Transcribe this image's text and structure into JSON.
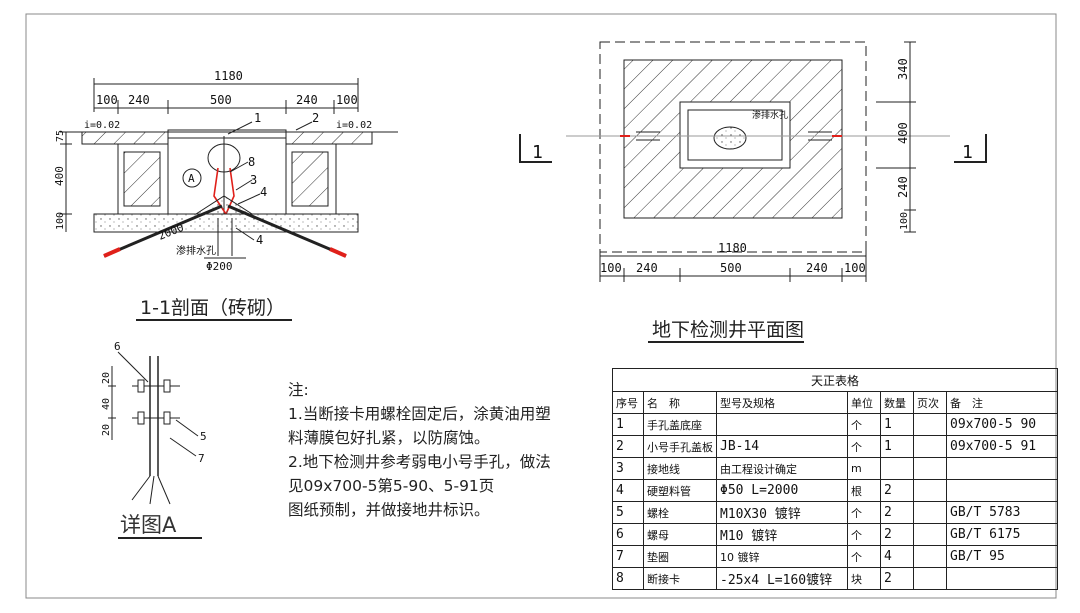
{
  "section_view": {
    "total_width": "1180",
    "dims_top": [
      "100",
      "240",
      "500",
      "240",
      "100"
    ],
    "slope_left": "i=0.02",
    "slope_right": "i=0.02",
    "dims_left": [
      "75",
      "400",
      "100"
    ],
    "callouts": [
      "1",
      "2",
      "3",
      "4",
      "8",
      "4"
    ],
    "detail_marker": "A",
    "pipe_length": "2000",
    "drain_hole": "渗排水孔",
    "pipe_dia": "Φ200",
    "title": "1-1剖面（砖砌）"
  },
  "plan_view": {
    "dims_right": [
      "340",
      "400",
      "240",
      "100"
    ],
    "drain_hole": "渗排水孔",
    "section_mark": "1",
    "total_width": "1180",
    "dims_bottom": [
      "100",
      "240",
      "500",
      "240",
      "100"
    ],
    "title": "地下检测井平面图"
  },
  "detail_a": {
    "callouts": [
      "6",
      "5",
      "7"
    ],
    "dims": [
      "20",
      "40",
      "20"
    ],
    "title": "详图A"
  },
  "notes": {
    "heading": "注:",
    "lines": [
      "1.当断接卡用螺栓固定后，涂黄油用塑",
      "料薄膜包好扎紧，以防腐蚀。",
      "2.地下检测井参考弱电小号手孔，做法",
      "见09x700-5第5-90、5-91页",
      "图纸预制，并做接地井标识。"
    ]
  },
  "bom": {
    "title": "天正表格",
    "headers": [
      "序号",
      "名　称",
      "型号及规格",
      "单位",
      "数量",
      "页次",
      "备　注"
    ],
    "rows": [
      [
        "1",
        "手孔盖底座",
        "",
        "个",
        "1",
        "",
        "09x700-5 90"
      ],
      [
        "2",
        "小号手孔盖板",
        "JB-14",
        "个",
        "1",
        "",
        "09x700-5 91"
      ],
      [
        "3",
        "接地线",
        "由工程设计确定",
        "m",
        "",
        "",
        ""
      ],
      [
        "4",
        "硬塑料管",
        "Φ50 L=2000",
        "根",
        "2",
        "",
        ""
      ],
      [
        "5",
        "螺栓",
        "M10X30 镀锌",
        "个",
        "2",
        "",
        "GB/T 5783"
      ],
      [
        "6",
        "螺母",
        "M10 镀锌",
        "个",
        "2",
        "",
        "GB/T 6175"
      ],
      [
        "7",
        "垫圈",
        "10 镀锌",
        "个",
        "4",
        "",
        "GB/T 95"
      ],
      [
        "8",
        "断接卡",
        "-25x4 L=160镀锌",
        "块",
        "2",
        "",
        ""
      ]
    ]
  },
  "colors": {
    "line": "#222222",
    "accent_red": "#e0201a",
    "hatch": "#333333"
  }
}
